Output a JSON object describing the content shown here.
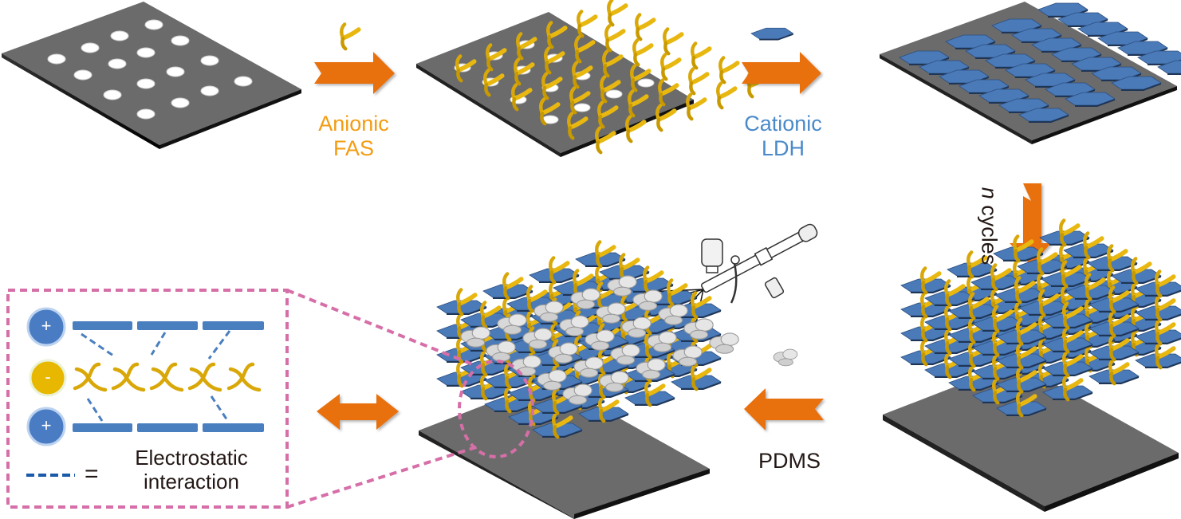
{
  "figure": {
    "steps": [
      {
        "id": "substrate",
        "description": "Porous substrate"
      },
      {
        "id": "fas",
        "description": "Substrate with anionic FAS"
      },
      {
        "id": "ldh",
        "description": "Substrate with cationic LDH"
      },
      {
        "id": "multilayer",
        "description": "Multilayer after n cycles"
      },
      {
        "id": "pdms",
        "description": "Multilayer coated with PDMS"
      }
    ],
    "arrows": {
      "step1_label_line1": "Anionic",
      "step1_label_line2": "FAS",
      "step2_label_line1": "Cationic",
      "step2_label_line2": "LDH",
      "step3_label": "n cycles",
      "step3_label_italic": "n",
      "step3_label_rest": " cycles",
      "step4_label": "PDMS"
    },
    "inset": {
      "charges": [
        "+",
        "-",
        "+"
      ],
      "legend_symbol": "=",
      "legend_line1": "Electrostatic",
      "legend_line2": "interaction"
    },
    "colors": {
      "arrow": "#e8700f",
      "anionic": "#f39c12",
      "cationic": "#4a8ac9",
      "ldh_plate": "#4a7ab8",
      "fas": "#e8b810",
      "substrate": "#6b6b6b",
      "inset_border": "#d66fa8",
      "positive_ion": "#4a7cc4",
      "negative_ion": "#e8b800"
    }
  }
}
